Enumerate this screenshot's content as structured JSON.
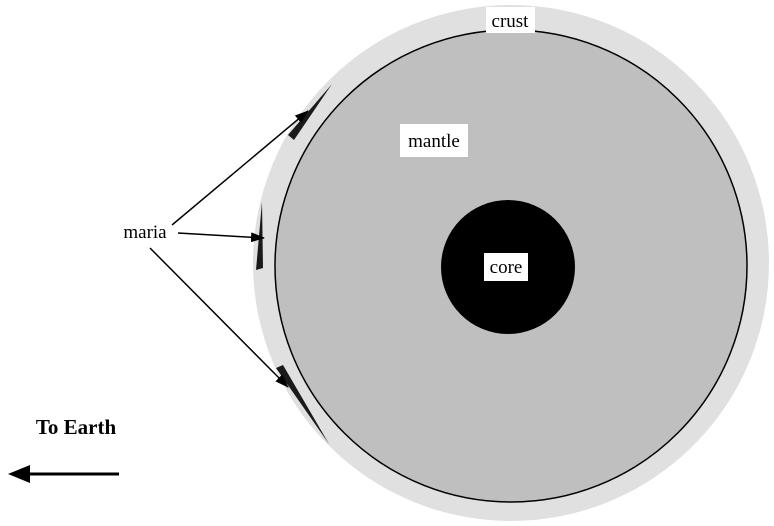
{
  "labels": {
    "crust": "crust",
    "mantle": "mantle",
    "core": "core",
    "maria": "maria",
    "to_earth": "To Earth"
  },
  "colors": {
    "crust": "#e0e0e0",
    "mantle": "#bfbfbf",
    "core": "#000000",
    "maria": "#1a1a1a",
    "outline": "#000000",
    "label_box": "#ffffff"
  }
}
